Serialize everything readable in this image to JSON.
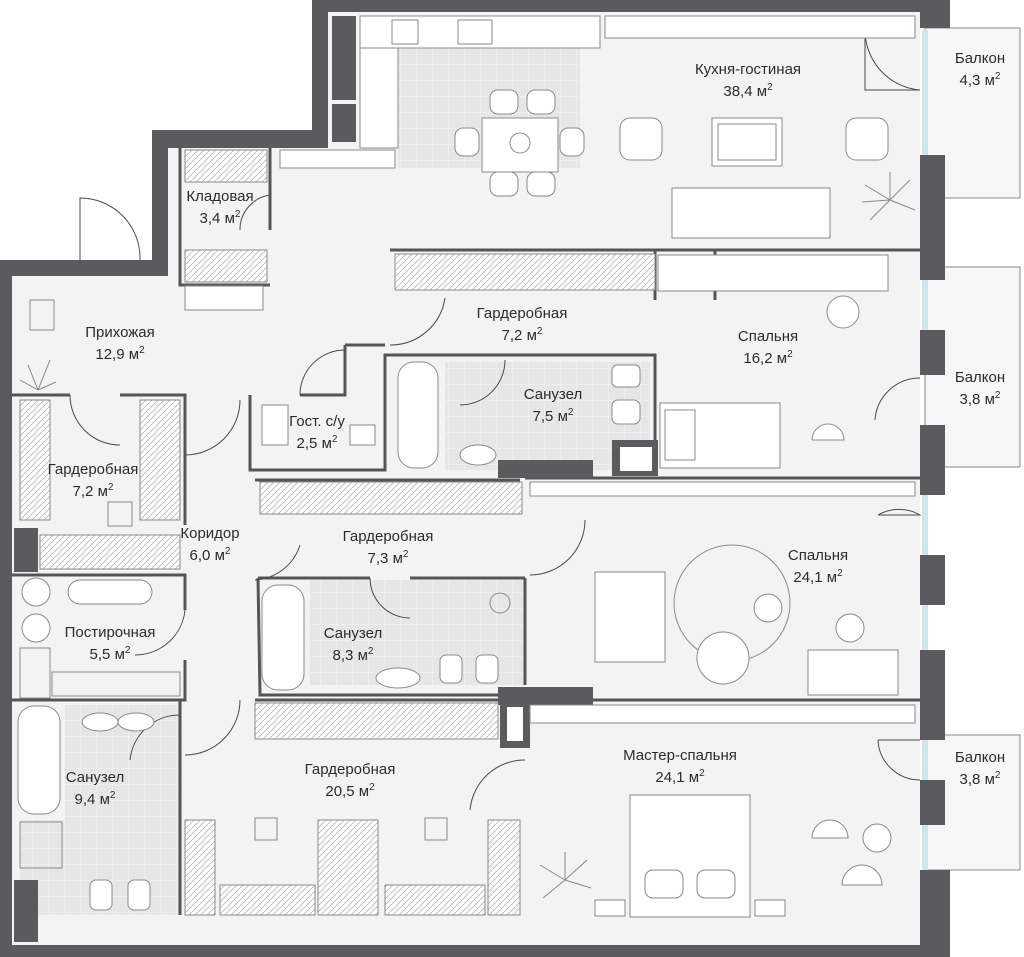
{
  "colors": {
    "wall": "#5b5b5e",
    "floor": "#f2f2f2",
    "tile": "#e4e4e4",
    "glass": "#cfe6ee",
    "text": "#2c2c2c"
  },
  "rooms": [
    {
      "id": "kitchen",
      "name": "Кухня-гостиная",
      "area": "38,4 м",
      "sup": "2"
    },
    {
      "id": "balcony1",
      "name": "Балкон",
      "area": "4,3 м",
      "sup": "2"
    },
    {
      "id": "storage",
      "name": "Кладовая",
      "area": "3,4 м",
      "sup": "2"
    },
    {
      "id": "hall",
      "name": "Прихожая",
      "area": "12,9 м",
      "sup": "2"
    },
    {
      "id": "wardrobe1",
      "name": "Гардеробная",
      "area": "7,2 м",
      "sup": "2"
    },
    {
      "id": "bedroom1",
      "name": "Спальня",
      "area": "16,2 м",
      "sup": "2"
    },
    {
      "id": "bath1",
      "name": "Санузел",
      "area": "7,5 м",
      "sup": "2"
    },
    {
      "id": "balcony2",
      "name": "Балкон",
      "area": "3,8 м",
      "sup": "2"
    },
    {
      "id": "guestwc",
      "name": "Гост. с/у",
      "area": "2,5 м",
      "sup": "2"
    },
    {
      "id": "wardrobe2",
      "name": "Гардеробная",
      "area": "7,2 м",
      "sup": "2"
    },
    {
      "id": "corridor",
      "name": "Коридор",
      "area": "6,0 м",
      "sup": "2"
    },
    {
      "id": "wardrobe3",
      "name": "Гардеробная",
      "area": "7,3 м",
      "sup": "2"
    },
    {
      "id": "bedroom2",
      "name": "Спальня",
      "area": "24,1 м",
      "sup": "2"
    },
    {
      "id": "laundry",
      "name": "Постирочная",
      "area": "5,5 м",
      "sup": "2"
    },
    {
      "id": "bath2",
      "name": "Санузел",
      "area": "8,3 м",
      "sup": "2"
    },
    {
      "id": "bath3",
      "name": "Санузел",
      "area": "9,4 м",
      "sup": "2"
    },
    {
      "id": "wardrobe4",
      "name": "Гардеробная",
      "area": "20,5 м",
      "sup": "2"
    },
    {
      "id": "master",
      "name": "Мастер-спальня",
      "area": "24,1 м",
      "sup": "2"
    },
    {
      "id": "balcony3",
      "name": "Балкон",
      "area": "3,8 м",
      "sup": "2"
    }
  ]
}
